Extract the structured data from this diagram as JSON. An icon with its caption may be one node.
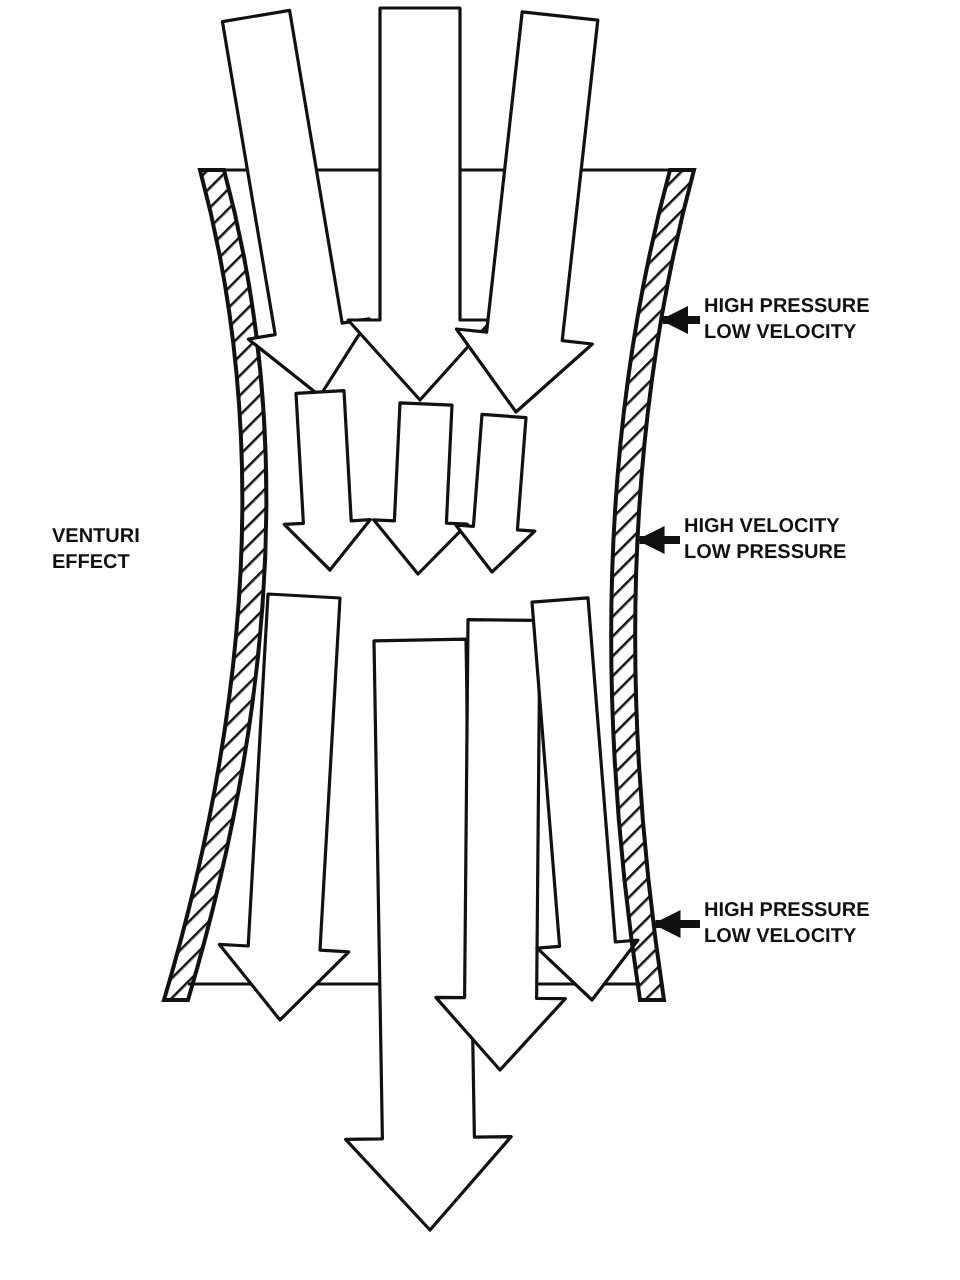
{
  "diagram": {
    "nodes": [
      {
        "text": [
          "HIGH PRESSURE LOW VELOCITY"
        ]
      },
      {
        "text": [
          "HIGH VELOCITY LOW PRESSURE"
        ]
      },
      {
        "text": [
          "HIGH PRESSURE LOW VELOCITY"
        ]
      },
      {
        "text": [],
        "shape": "bar"
      }
    ],
    "edges": [
      {
        "from": 0,
        "to": 3,
        "arrow": "to"
      },
      {
        "from": 1,
        "to": 3,
        "arrow": "to"
      },
      {
        "from": 2,
        "to": 3,
        "arrow": "to"
      }
    ],
    "labels": [
      "VENTURI EFFECT"
    ]
  }
}
